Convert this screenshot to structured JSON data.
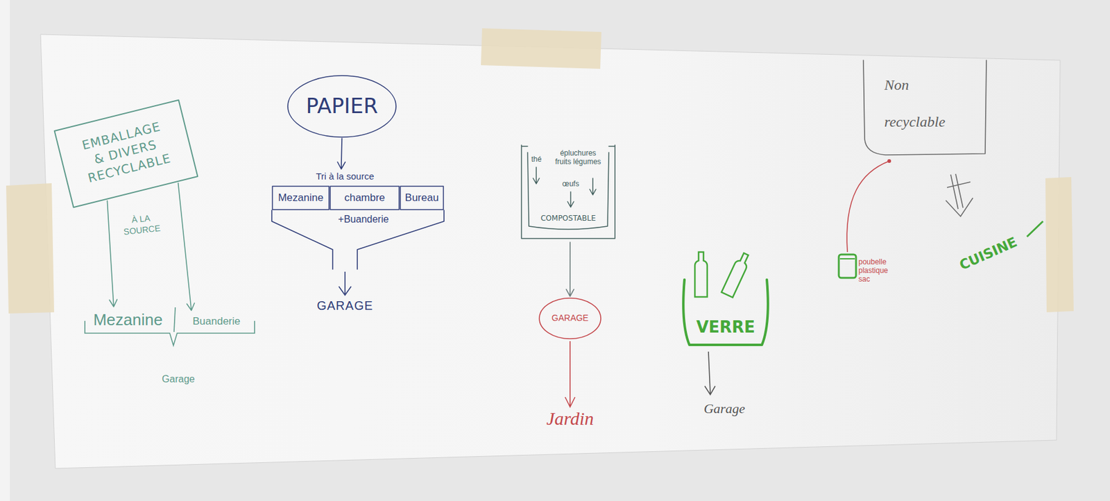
{
  "diagram": {
    "nodes": [
      {
        "text": [
          "EMBALLAGE & DIVERS RECYCLABLE"
        ]
      },
      {
        "text": [
          "Mezanine"
        ]
      },
      {
        "text": [
          "Buanderie"
        ]
      },
      {
        "text": [
          "PAPIER"
        ]
      },
      {
        "text": [
          "Tri à la source",
          "+Buanderie"
        ]
      },
      {
        "text": [
          "Mezanine"
        ],
        "in": 4
      },
      {
        "text": [
          "chambre"
        ],
        "in": 4
      },
      {
        "text": [
          "Bureau"
        ],
        "in": 4
      },
      {
        "text": [
          "épluchures fruits légumes",
          "thé",
          "œufs",
          "COMPOSTABLE"
        ]
      },
      {
        "text": [
          "GARAGE"
        ]
      },
      {
        "text": [
          "VERRE"
        ]
      },
      {
        "text": [
          "Non recyclable"
        ]
      }
    ],
    "edges": [
      {
        "from": 0,
        "to": 1,
        "arrow": "to"
      },
      {
        "from": 0,
        "to": 2,
        "arrow": "to"
      },
      {
        "from": 3,
        "to": 4,
        "arrow": "to"
      },
      {
        "from": 8,
        "to": 9,
        "arrow": "to"
      }
    ],
    "labels": [
      "À LA SOURCE",
      "Garage",
      "GARAGE",
      "Jardin",
      "Garage",
      "poubelle plastique sac",
      "CUISINE"
    ]
  }
}
